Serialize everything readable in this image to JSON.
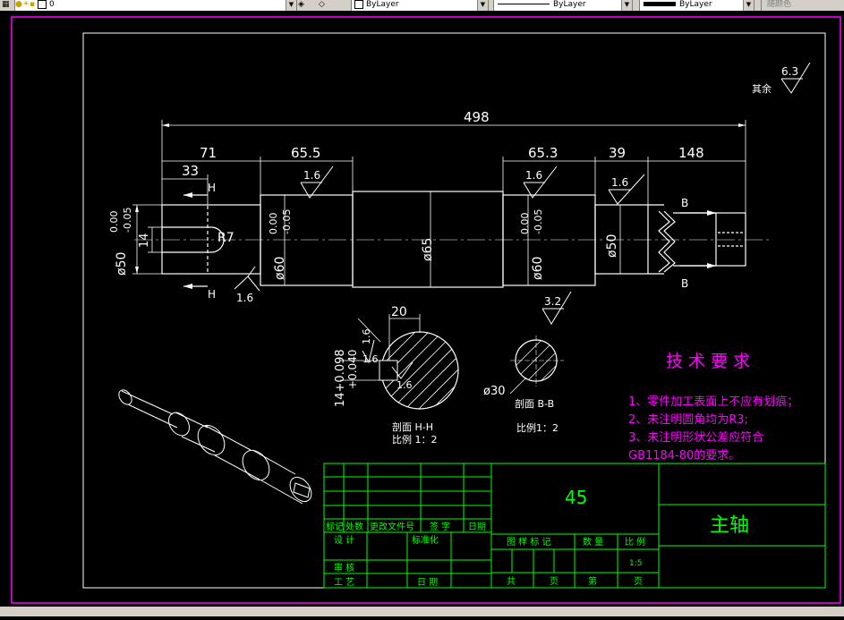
{
  "toolbar": {
    "layer_value": "0",
    "color_value": "ByLayer",
    "linetype_value": "ByLayer",
    "lineweight_value": "ByLayer",
    "plotstyle_value": "随颜色"
  },
  "drawing": {
    "surface_finish_rest_label": "其余",
    "surface_finish_rest_value": "6.3",
    "dims": {
      "total": "498",
      "d71": "71",
      "d65_5": "65.5",
      "d33": "33",
      "d65_3": "65.3",
      "d39": "39",
      "d148": "148",
      "d20": "20",
      "tol_upper": "0.00",
      "tol_lower": "-0.05",
      "dia50_left": "ø50",
      "dia60_left": "ø60",
      "dia65": "ø65",
      "dia60_right": "ø60",
      "dia50_right": "ø50",
      "key14": "14",
      "r7": "R7",
      "keyway_tol": "14+0.098",
      "keyway_tol2": "+0.040",
      "dia30": "ø30"
    },
    "roughness": {
      "r1": "1.6",
      "r2": "1.6",
      "r3": "1.6",
      "r4": "1.6",
      "r5": "1.6",
      "r6": "1.6",
      "r7": "1.6",
      "r8": "3.2"
    },
    "section_letters": {
      "h_top": "H",
      "h_bottom": "H",
      "b_top": "B",
      "b_bottom": "B"
    },
    "section_hh_title": "剖面  H-H",
    "section_hh_scale": "比例  1：2",
    "section_bb_title": "剖面  B-B",
    "section_bb_scale": "比例1：2"
  },
  "tech_requirements": {
    "title": "技 术 要 求",
    "items": [
      "1、零件加工表面上不应有划痕；",
      "2、未注明圆角均为R3;",
      "3、未注明形状公差应符合",
      "GB1184-80的要求。"
    ]
  },
  "title_block": {
    "material": "45",
    "part_name": "主轴",
    "rev_headers": [
      "标记",
      "处数",
      "更改文件号",
      "签 字",
      "日期"
    ],
    "design": "设 计",
    "standardize": "标准化",
    "review": "审 核",
    "process": "工 艺",
    "date": "日 期",
    "stage_mark": "图 样 标 记",
    "quantity": "数 量",
    "scale_label": "比 例",
    "scale_value": "1:5",
    "total_sheets": "共",
    "sheet_unit1": "页",
    "sheet_no": "第",
    "sheet_unit2": "页"
  }
}
